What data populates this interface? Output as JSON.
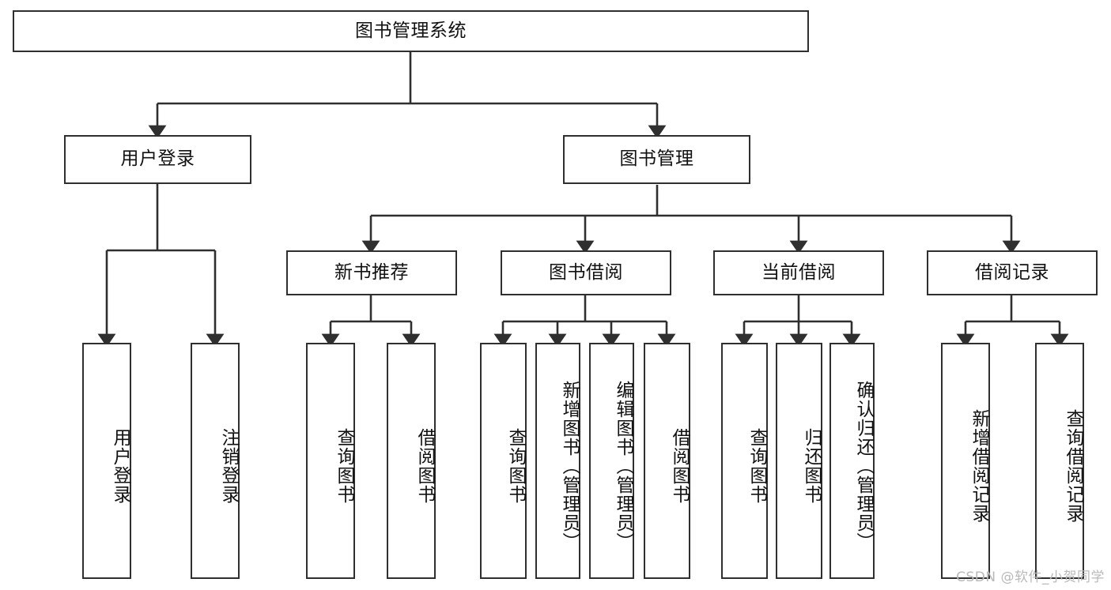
{
  "diagram": {
    "title": "图书管理系统",
    "type": "tree-hierarchy",
    "root": {
      "id": "root",
      "label": "图书管理系统"
    },
    "level2": [
      {
        "id": "user-login",
        "label": "用户登录"
      },
      {
        "id": "book-manage",
        "label": "图书管理"
      }
    ],
    "level3": [
      {
        "id": "new-book-rec",
        "label": "新书推荐",
        "parent": "book-manage"
      },
      {
        "id": "book-borrow",
        "label": "图书借阅",
        "parent": "book-manage"
      },
      {
        "id": "current-borrow",
        "label": "当前借阅",
        "parent": "book-manage"
      },
      {
        "id": "borrow-record",
        "label": "借阅记录",
        "parent": "book-manage"
      }
    ],
    "leaves": [
      {
        "id": "leaf-user-login",
        "label": "用户登录",
        "parent": "user-login"
      },
      {
        "id": "leaf-logout",
        "label": "注销登录",
        "parent": "user-login"
      },
      {
        "id": "leaf-query-book-1",
        "label": "查询图书",
        "parent": "new-book-rec"
      },
      {
        "id": "leaf-borrow-book-1",
        "label": "借阅图书",
        "parent": "new-book-rec"
      },
      {
        "id": "leaf-query-book-2",
        "label": "查询图书",
        "parent": "book-borrow"
      },
      {
        "id": "leaf-add-book",
        "label": "新增图书（管理员）",
        "parent": "book-borrow"
      },
      {
        "id": "leaf-edit-book",
        "label": "编辑图书（管理员）",
        "parent": "book-borrow"
      },
      {
        "id": "leaf-borrow-book-2",
        "label": "借阅图书",
        "parent": "book-borrow"
      },
      {
        "id": "leaf-query-book-3",
        "label": "查询图书",
        "parent": "current-borrow"
      },
      {
        "id": "leaf-return-book",
        "label": "归还图书",
        "parent": "current-borrow"
      },
      {
        "id": "leaf-confirm-return",
        "label": "确认归还（管理员）",
        "parent": "current-borrow"
      },
      {
        "id": "leaf-add-record",
        "label": "新增借阅记录",
        "parent": "borrow-record"
      },
      {
        "id": "leaf-query-record",
        "label": "查询借阅记录",
        "parent": "borrow-record"
      }
    ],
    "colors": {
      "stroke": "#2f2f2f",
      "fill": "#ffffff",
      "text": "#111111",
      "watermark": "#b9b9b9"
    }
  },
  "watermark": {
    "text": "CSDN @软件_小贺同学"
  }
}
